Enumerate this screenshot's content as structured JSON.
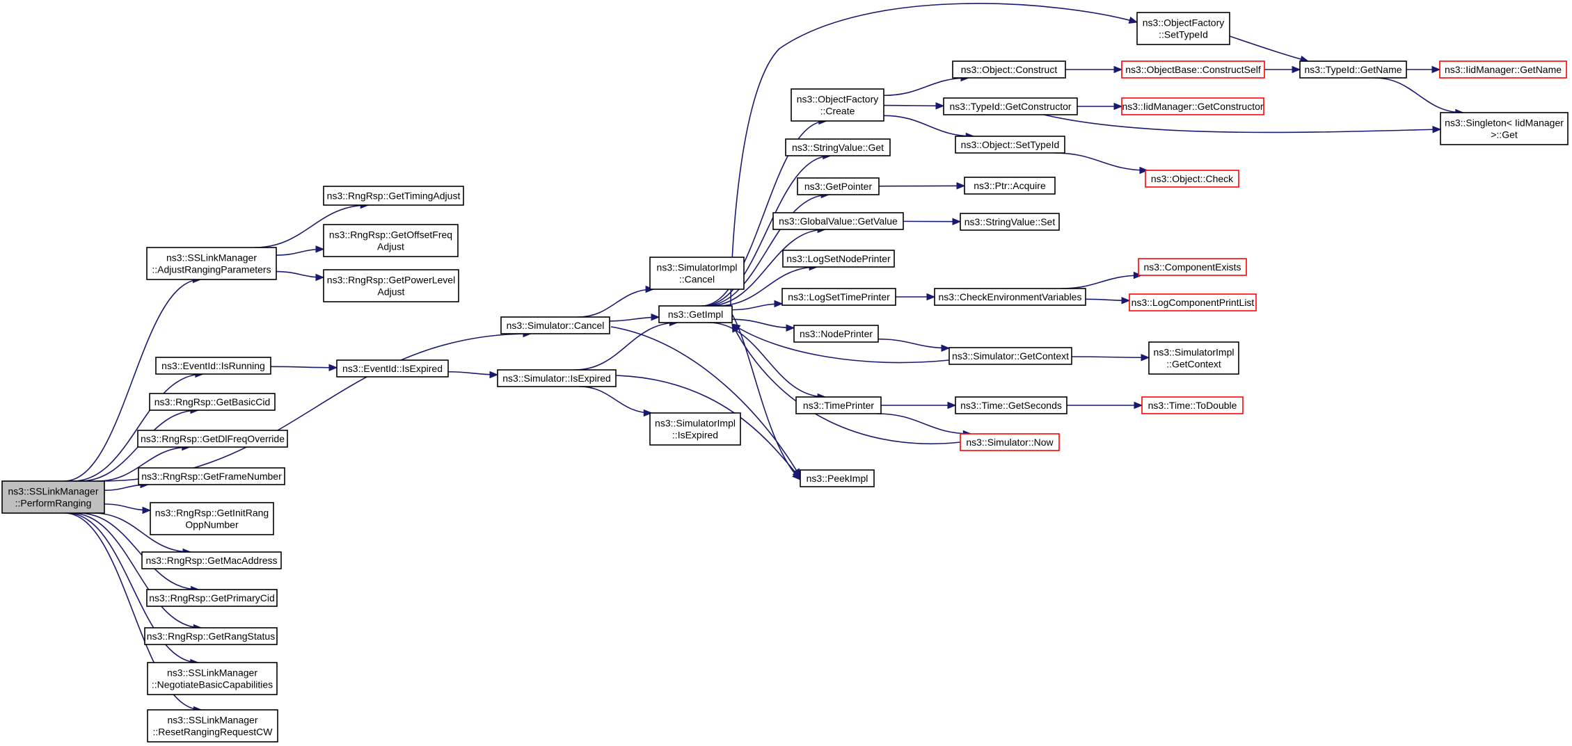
{
  "nodes": {
    "perform_ranging": {
      "lines": [
        "ns3::SSLinkManager",
        "::PerformRanging"
      ],
      "style": "root"
    },
    "adjust_ranging": {
      "lines": [
        "ns3::SSLinkManager",
        "::AdjustRangingParameters"
      ],
      "style": "normal"
    },
    "get_timing_adjust": {
      "lines": [
        "ns3::RngRsp::GetTimingAdjust"
      ],
      "style": "normal"
    },
    "get_offset_freq": {
      "lines": [
        "ns3::RngRsp::GetOffsetFreq",
        "Adjust"
      ],
      "style": "normal"
    },
    "get_power_level": {
      "lines": [
        "ns3::RngRsp::GetPowerLevel",
        "Adjust"
      ],
      "style": "normal"
    },
    "simulator_cancel": {
      "lines": [
        "ns3::Simulator::Cancel"
      ],
      "style": "normal"
    },
    "eventid_isrunning": {
      "lines": [
        "ns3::EventId::IsRunning"
      ],
      "style": "normal"
    },
    "eventid_isexpired": {
      "lines": [
        "ns3::EventId::IsExpired"
      ],
      "style": "normal"
    },
    "simulator_isexpired": {
      "lines": [
        "ns3::Simulator::IsExpired"
      ],
      "style": "normal"
    },
    "get_basic_cid": {
      "lines": [
        "ns3::RngRsp::GetBasicCid"
      ],
      "style": "normal"
    },
    "get_dl_freq_override": {
      "lines": [
        "ns3::RngRsp::GetDlFreqOverride"
      ],
      "style": "normal"
    },
    "get_frame_number": {
      "lines": [
        "ns3::RngRsp::GetFrameNumber"
      ],
      "style": "normal"
    },
    "get_init_rang_opp": {
      "lines": [
        "ns3::RngRsp::GetInitRang",
        "OppNumber"
      ],
      "style": "normal"
    },
    "get_mac_address": {
      "lines": [
        "ns3::RngRsp::GetMacAddress"
      ],
      "style": "normal"
    },
    "get_primary_cid": {
      "lines": [
        "ns3::RngRsp::GetPrimaryCid"
      ],
      "style": "normal"
    },
    "get_rang_status": {
      "lines": [
        "ns3::RngRsp::GetRangStatus"
      ],
      "style": "normal"
    },
    "negotiate_basic": {
      "lines": [
        "ns3::SSLinkManager",
        "::NegotiateBasicCapabilities"
      ],
      "style": "normal"
    },
    "reset_ranging_cw": {
      "lines": [
        "ns3::SSLinkManager",
        "::ResetRangingRequestCW"
      ],
      "style": "normal"
    },
    "simimpl_cancel": {
      "lines": [
        "ns3::SimulatorImpl",
        "::Cancel"
      ],
      "style": "normal"
    },
    "simimpl_isexpired": {
      "lines": [
        "ns3::SimulatorImpl",
        "::IsExpired"
      ],
      "style": "normal"
    },
    "get_impl": {
      "lines": [
        "ns3::GetImpl"
      ],
      "style": "normal"
    },
    "peek_impl": {
      "lines": [
        "ns3::PeekImpl"
      ],
      "style": "normal"
    },
    "objfactory_create": {
      "lines": [
        "ns3::ObjectFactory",
        "::Create"
      ],
      "style": "normal"
    },
    "stringvalue_get": {
      "lines": [
        "ns3::StringValue::Get"
      ],
      "style": "normal"
    },
    "get_pointer": {
      "lines": [
        "ns3::GetPointer"
      ],
      "style": "normal"
    },
    "globalvalue_getvalue": {
      "lines": [
        "ns3::GlobalValue::GetValue"
      ],
      "style": "normal"
    },
    "log_set_node_printer": {
      "lines": [
        "ns3::LogSetNodePrinter"
      ],
      "style": "normal"
    },
    "log_set_time_printer": {
      "lines": [
        "ns3::LogSetTimePrinter"
      ],
      "style": "normal"
    },
    "node_printer": {
      "lines": [
        "ns3::NodePrinter"
      ],
      "style": "normal"
    },
    "time_printer": {
      "lines": [
        "ns3::TimePrinter"
      ],
      "style": "normal"
    },
    "objfactory_settypeid": {
      "lines": [
        "ns3::ObjectFactory",
        "::SetTypeId"
      ],
      "style": "normal"
    },
    "object_construct": {
      "lines": [
        "ns3::Object::Construct"
      ],
      "style": "normal"
    },
    "typeid_getconstructor": {
      "lines": [
        "ns3::TypeId::GetConstructor"
      ],
      "style": "normal"
    },
    "object_settypeid": {
      "lines": [
        "ns3::Object::SetTypeId"
      ],
      "style": "normal"
    },
    "ptr_acquire": {
      "lines": [
        "ns3::Ptr::Acquire"
      ],
      "style": "normal"
    },
    "stringvalue_set": {
      "lines": [
        "ns3::StringValue::Set"
      ],
      "style": "normal"
    },
    "check_env_vars": {
      "lines": [
        "ns3::CheckEnvironmentVariables"
      ],
      "style": "normal"
    },
    "simulator_getcontext": {
      "lines": [
        "ns3::Simulator::GetContext"
      ],
      "style": "normal"
    },
    "time_getseconds": {
      "lines": [
        "ns3::Time::GetSeconds"
      ],
      "style": "normal"
    },
    "simulator_now": {
      "lines": [
        "ns3::Simulator::Now"
      ],
      "style": "red"
    },
    "objectbase_constructself": {
      "lines": [
        "ns3::ObjectBase::ConstructSelf"
      ],
      "style": "red"
    },
    "iidmanager_getconstructor": {
      "lines": [
        "ns3::IidManager::GetConstructor"
      ],
      "style": "red"
    },
    "object_check": {
      "lines": [
        "ns3::Object::Check"
      ],
      "style": "red"
    },
    "component_exists": {
      "lines": [
        "ns3::ComponentExists"
      ],
      "style": "red"
    },
    "log_component_print_list": {
      "lines": [
        "ns3::LogComponentPrintList"
      ],
      "style": "red"
    },
    "simimpl_getcontext": {
      "lines": [
        "ns3::SimulatorImpl",
        "::GetContext"
      ],
      "style": "normal"
    },
    "time_todouble": {
      "lines": [
        "ns3::Time::ToDouble"
      ],
      "style": "red"
    },
    "typeid_getname": {
      "lines": [
        "ns3::TypeId::GetName"
      ],
      "style": "normal"
    },
    "iidmanager_getname": {
      "lines": [
        "ns3::IidManager::GetName"
      ],
      "style": "red"
    },
    "singleton_get": {
      "lines": [
        "ns3::Singleton< IidManager",
        " >::Get"
      ],
      "style": "normal"
    }
  },
  "edges": [
    [
      "perform_ranging",
      "adjust_ranging"
    ],
    [
      "perform_ranging",
      "simulator_cancel"
    ],
    [
      "perform_ranging",
      "eventid_isrunning"
    ],
    [
      "perform_ranging",
      "get_basic_cid"
    ],
    [
      "perform_ranging",
      "get_dl_freq_override"
    ],
    [
      "perform_ranging",
      "get_frame_number"
    ],
    [
      "perform_ranging",
      "get_init_rang_opp"
    ],
    [
      "perform_ranging",
      "get_mac_address"
    ],
    [
      "perform_ranging",
      "get_primary_cid"
    ],
    [
      "perform_ranging",
      "get_rang_status"
    ],
    [
      "perform_ranging",
      "negotiate_basic"
    ],
    [
      "perform_ranging",
      "reset_ranging_cw"
    ],
    [
      "adjust_ranging",
      "get_timing_adjust"
    ],
    [
      "adjust_ranging",
      "get_offset_freq"
    ],
    [
      "adjust_ranging",
      "get_power_level"
    ],
    [
      "simulator_cancel",
      "simimpl_cancel"
    ],
    [
      "simulator_cancel",
      "get_impl"
    ],
    [
      "simulator_cancel",
      "peek_impl"
    ],
    [
      "eventid_isrunning",
      "eventid_isexpired"
    ],
    [
      "eventid_isexpired",
      "simulator_isexpired"
    ],
    [
      "simulator_isexpired",
      "get_impl"
    ],
    [
      "simulator_isexpired",
      "simimpl_isexpired"
    ],
    [
      "simulator_isexpired",
      "peek_impl"
    ],
    [
      "get_impl",
      "objfactory_settypeid"
    ],
    [
      "get_impl",
      "objfactory_create"
    ],
    [
      "get_impl",
      "stringvalue_get"
    ],
    [
      "get_impl",
      "get_pointer"
    ],
    [
      "get_impl",
      "globalvalue_getvalue"
    ],
    [
      "get_impl",
      "log_set_node_printer"
    ],
    [
      "get_impl",
      "log_set_time_printer"
    ],
    [
      "get_impl",
      "node_printer"
    ],
    [
      "get_impl",
      "time_printer"
    ],
    [
      "get_impl",
      "peek_impl"
    ],
    [
      "objfactory_create",
      "object_construct"
    ],
    [
      "objfactory_create",
      "typeid_getconstructor"
    ],
    [
      "objfactory_create",
      "object_settypeid"
    ],
    [
      "get_pointer",
      "ptr_acquire"
    ],
    [
      "globalvalue_getvalue",
      "stringvalue_set"
    ],
    [
      "log_set_time_printer",
      "check_env_vars"
    ],
    [
      "node_printer",
      "simulator_getcontext"
    ],
    [
      "time_printer",
      "time_getseconds"
    ],
    [
      "time_printer",
      "simulator_now"
    ],
    [
      "simulator_getcontext",
      "get_impl"
    ],
    [
      "simulator_getcontext",
      "simimpl_getcontext"
    ],
    [
      "simulator_now",
      "get_impl"
    ],
    [
      "object_construct",
      "objectbase_constructself"
    ],
    [
      "typeid_getconstructor",
      "iidmanager_getconstructor"
    ],
    [
      "typeid_getconstructor",
      "singleton_get"
    ],
    [
      "object_settypeid",
      "object_check"
    ],
    [
      "check_env_vars",
      "component_exists"
    ],
    [
      "check_env_vars",
      "log_component_print_list"
    ],
    [
      "time_getseconds",
      "time_todouble"
    ],
    [
      "objectbase_constructself",
      "typeid_getname"
    ],
    [
      "objfactory_settypeid",
      "typeid_getname"
    ],
    [
      "typeid_getname",
      "iidmanager_getname"
    ],
    [
      "typeid_getname",
      "singleton_get"
    ]
  ]
}
